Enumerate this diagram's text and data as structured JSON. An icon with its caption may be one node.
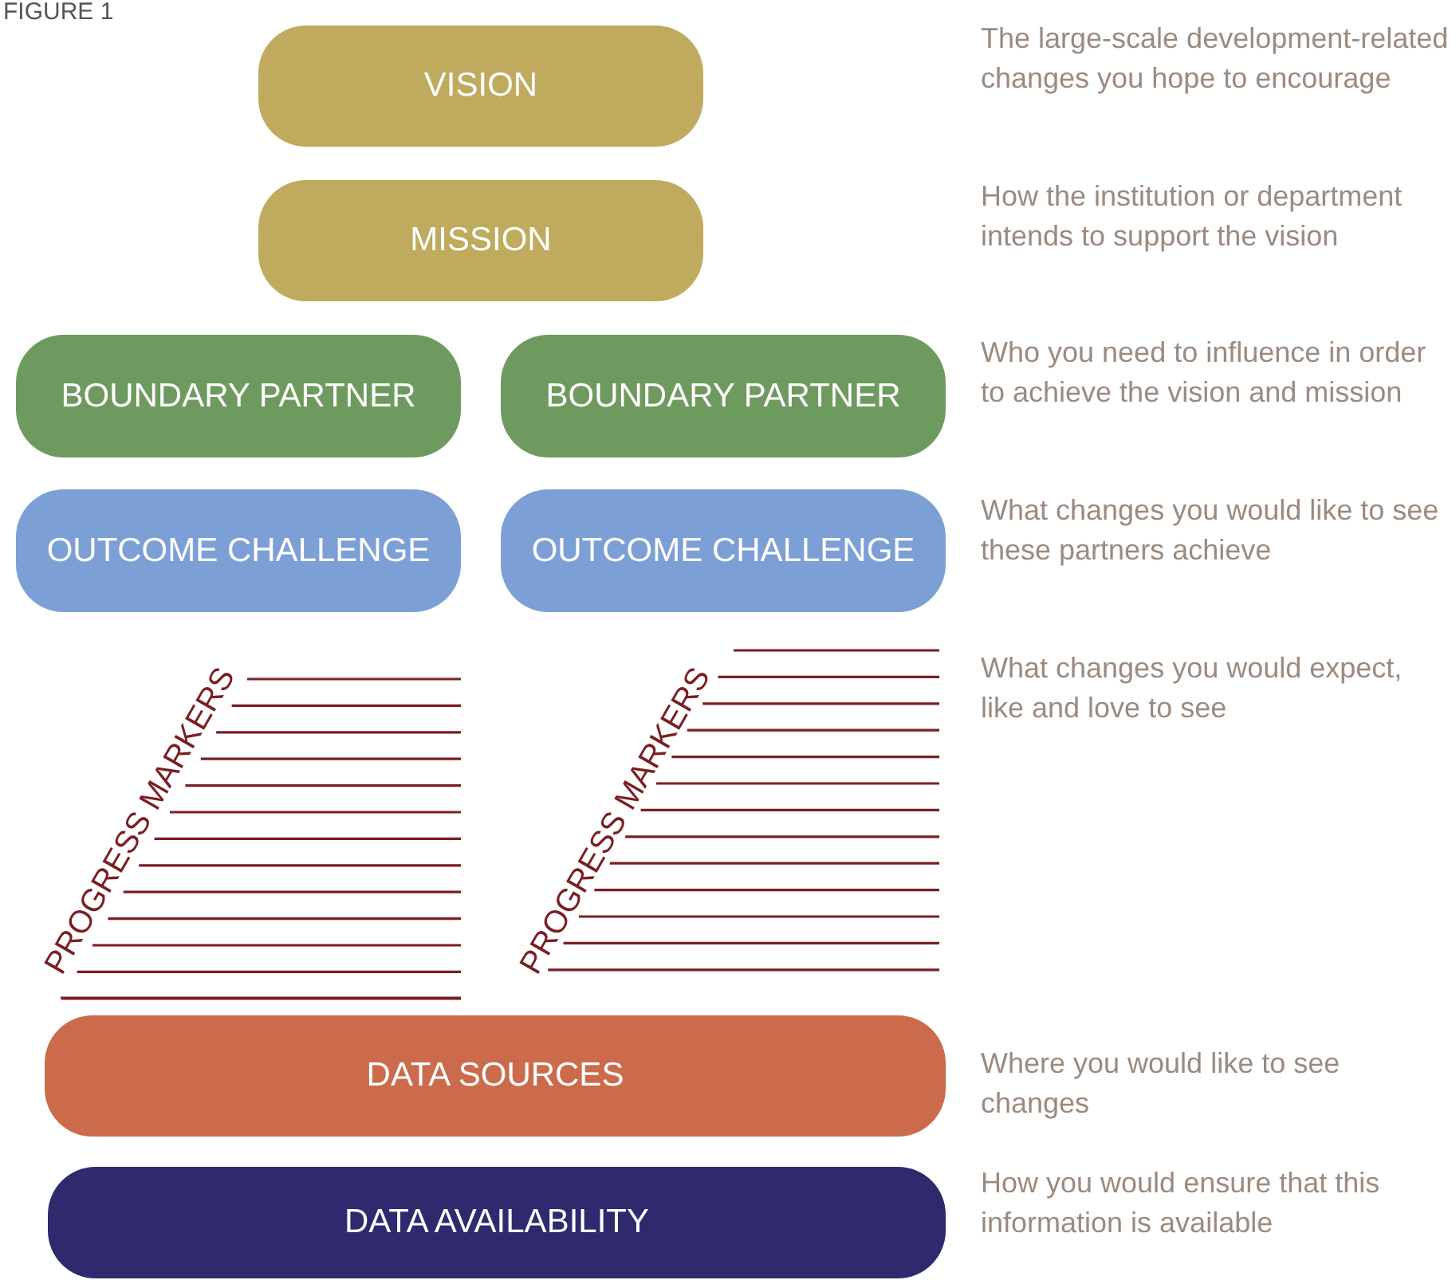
{
  "diagram": {
    "title": "FIGURE 1",
    "nodes": [
      {
        "text": [
          "VISION"
        ]
      },
      {
        "text": [
          "MISSION"
        ]
      },
      {
        "text": [
          "BOUNDARY PARTNER"
        ]
      },
      {
        "text": [
          "BOUNDARY PARTNER"
        ]
      },
      {
        "text": [
          "OUTCOME CHALLENGE"
        ]
      },
      {
        "text": [
          "OUTCOME CHALLENGE"
        ]
      },
      {
        "text": [
          "DATA SOURCES"
        ]
      },
      {
        "text": [
          "DATA AVAILABILITY"
        ]
      }
    ],
    "labels": [
      "PROGRESS MARKERS",
      "PROGRESS MARKERS",
      "The large-scale development-related changes you hope to encourage",
      "How the institution or department intends to support the vision",
      "Who you need to influence in order to achieve the vision and mission",
      "What changes you would like to see these partners achieve",
      "What changes you would expect, like and love to see",
      "Where you would like to see changes",
      "How you would ensure that this information is available"
    ]
  }
}
